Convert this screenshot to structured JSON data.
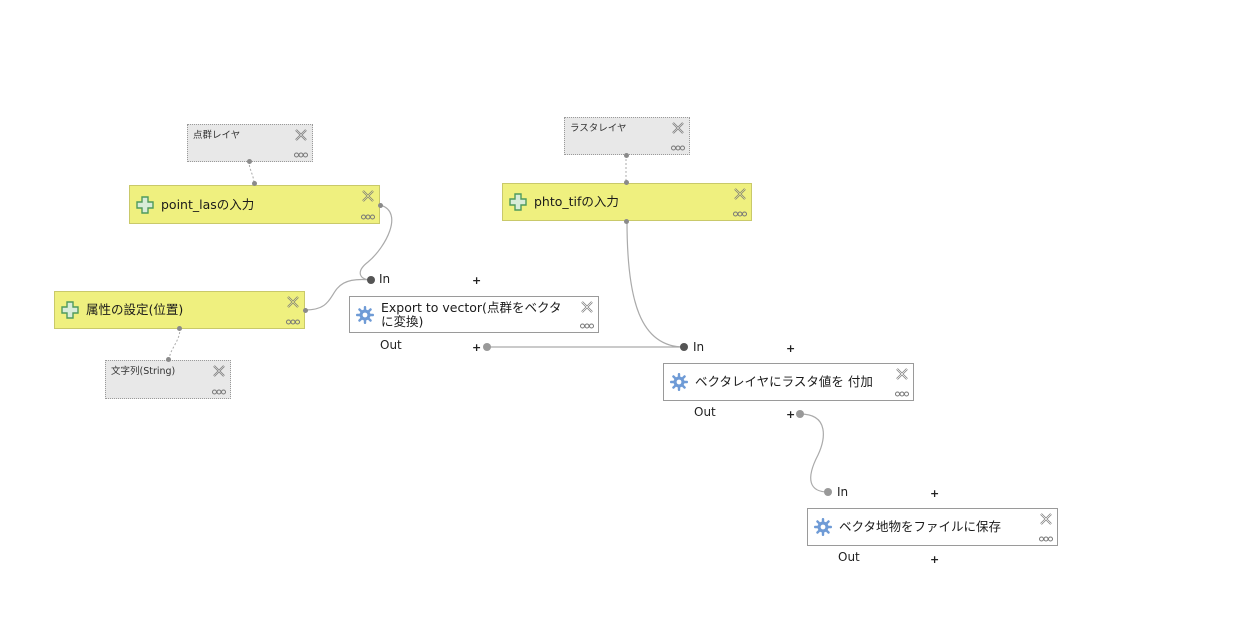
{
  "nodes": {
    "param_point": {
      "label": "点群レイヤ"
    },
    "param_raster": {
      "label": "ラスタレイヤ"
    },
    "param_string": {
      "label": "文字列(String)"
    },
    "input_point_las": {
      "label": "point_lasの入力"
    },
    "input_phto_tif": {
      "label": "phto_tifの入力"
    },
    "input_attr": {
      "label": "属性の設定(位置)"
    },
    "algo_export": {
      "label_line1": "Export to vector(点群をベクタ",
      "label_line2": "に変換)"
    },
    "algo_sample": {
      "label": "ベクタレイヤにラスタ値を 付加"
    },
    "algo_save": {
      "label": "ベクタ地物をファイルに保存"
    }
  },
  "ports": {
    "in_label": "In",
    "out_label": "Out",
    "plus": "+"
  },
  "icons": {
    "input_icon": "plus-cross-icon",
    "algo_icon": "gear-icon",
    "close_icon": "close-icon",
    "more_icon": "more-dots-icon"
  },
  "colors": {
    "input_fill": "#eff07f",
    "param_fill": "#e8e8e8",
    "algo_fill": "#ffffff",
    "connector": "#aaaaaa",
    "gear": "#6f9bd6",
    "plus_icon": "#4f9a5c"
  }
}
